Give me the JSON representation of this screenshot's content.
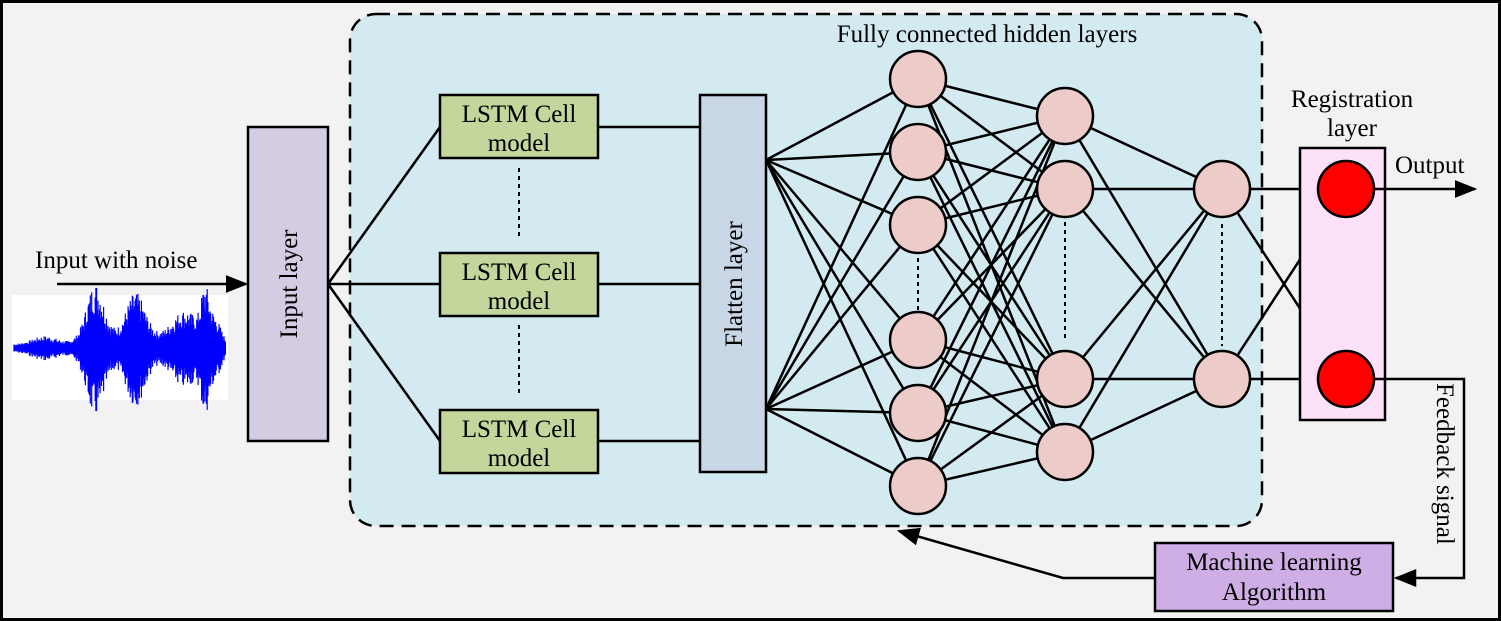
{
  "labels": {
    "input_with_noise": "Input with noise",
    "input_layer": "Input layer",
    "lstm_cells": [
      {
        "line1": "LSTM Cell",
        "line2": "model"
      },
      {
        "line1": "LSTM Cell",
        "line2": "model"
      },
      {
        "line1": "LSTM Cell",
        "line2": "model"
      }
    ],
    "flatten_layer": "Flatten layer",
    "hidden_layers_title": "Fully connected hidden layers",
    "registration_layer_line1": "Registration",
    "registration_layer_line2": "layer",
    "output": "Output",
    "feedback_signal": "Feedback signal",
    "ml_algorithm_line1": "Machine learning",
    "ml_algorithm_line2": "Algorithm"
  },
  "colors": {
    "background": "#f2f2f2",
    "hidden_region": "#d3eaf0",
    "input_layer": "#d3cce3",
    "lstm_cell": "#c3d69b",
    "flatten_layer": "#c8d6e5",
    "hidden_node": "#eccbc8",
    "registration_box": "#fde1f8",
    "registration_node": "#ff0000",
    "ml_box": "#cfaee6",
    "waveform": "#0000ff"
  }
}
